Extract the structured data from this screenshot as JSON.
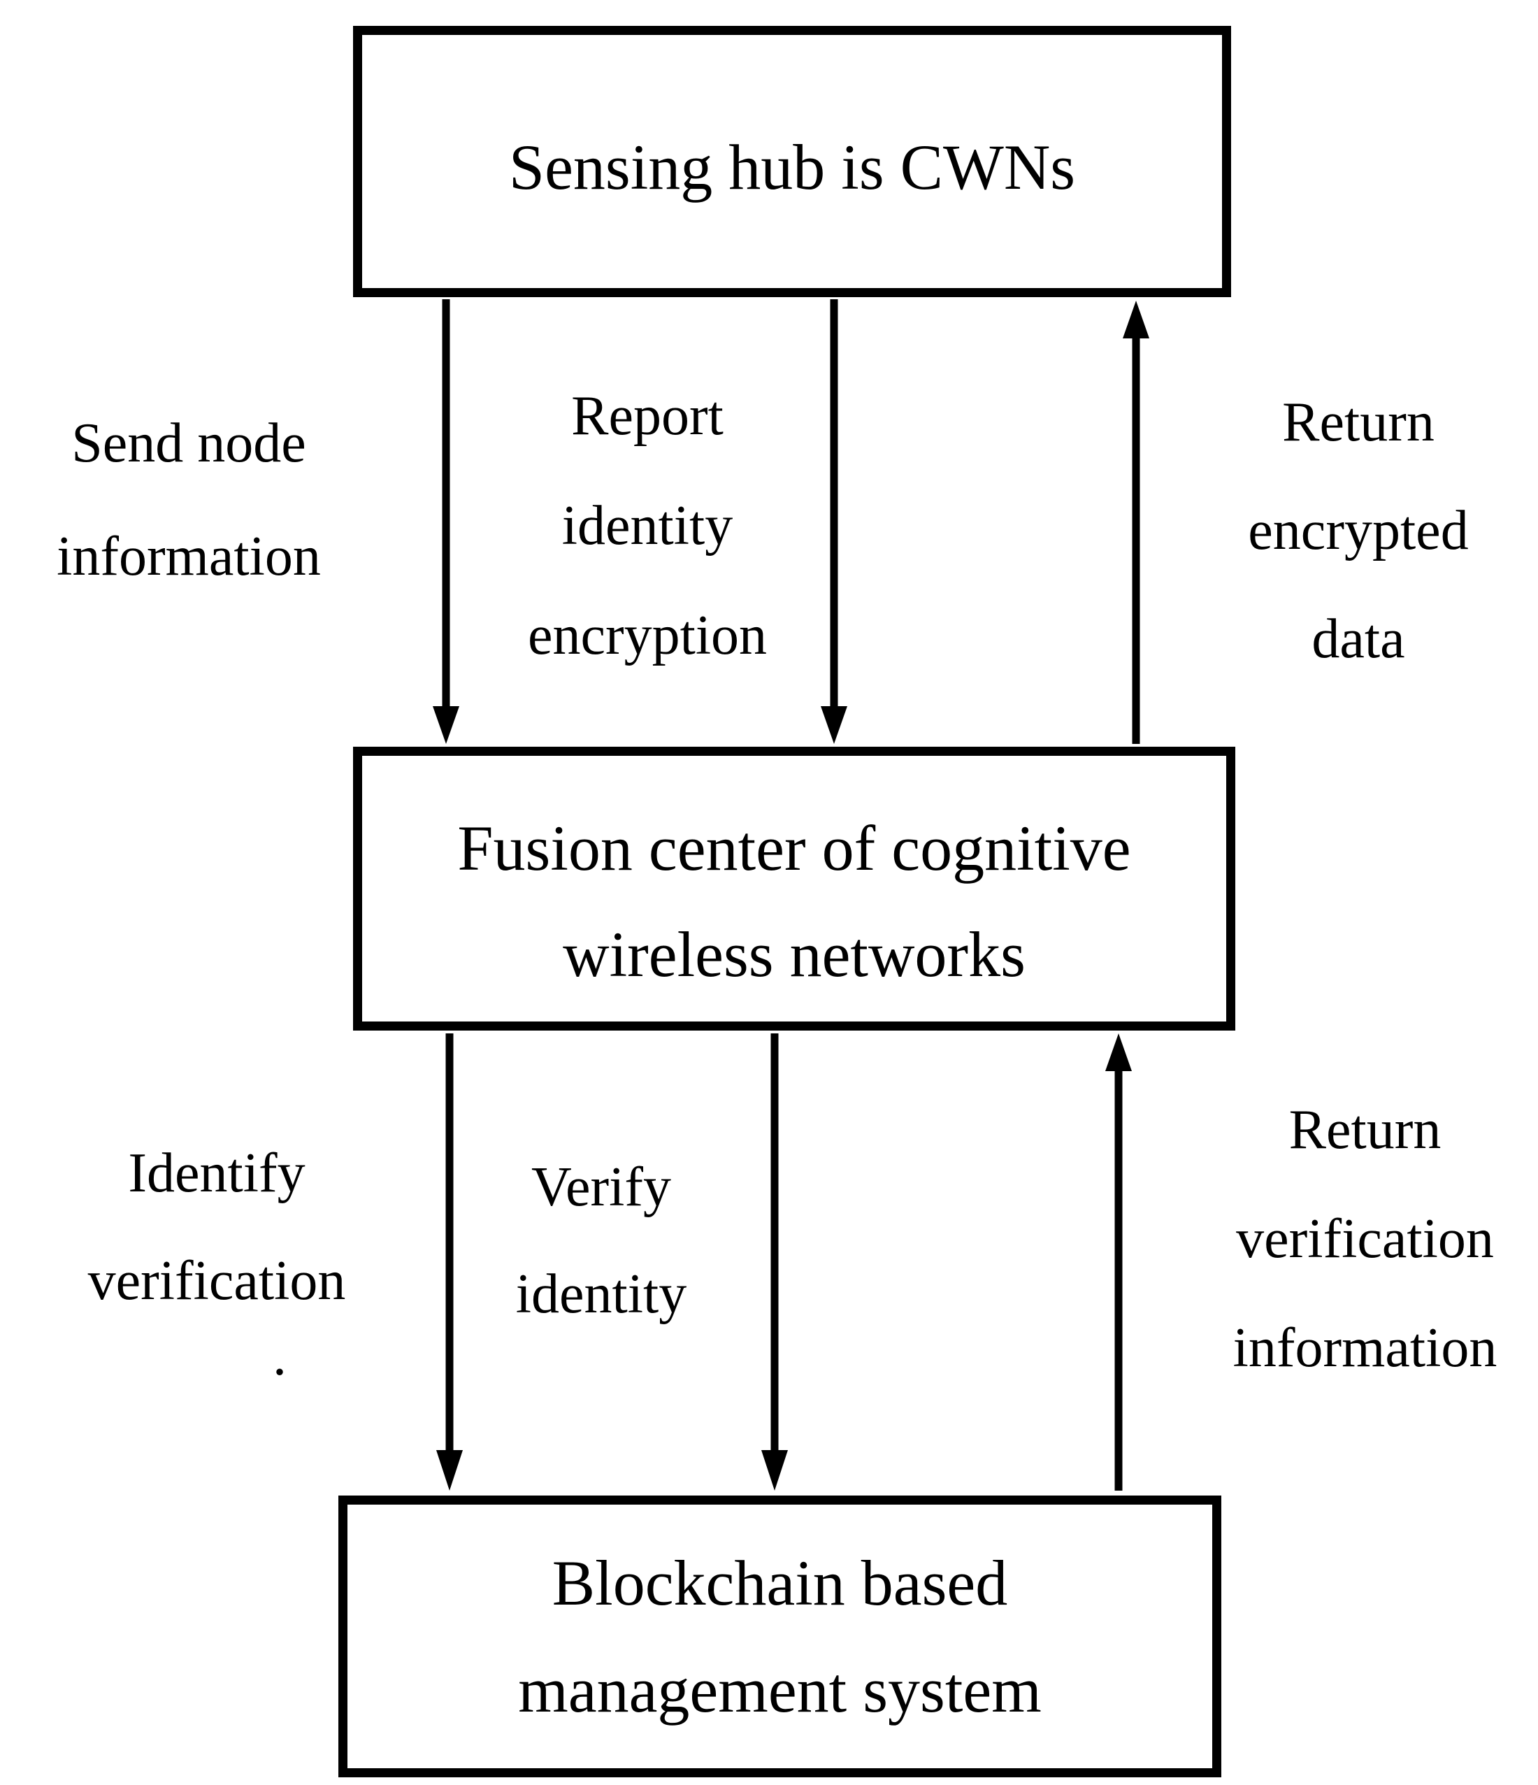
{
  "figure": {
    "background": "#ffffff",
    "line_color": "#000000",
    "text_color": "#000000"
  },
  "nodes": {
    "sensing_hub": {
      "label": "Sensing hub is CWNs"
    },
    "fusion_center": {
      "lines": [
        "Fusion center of cognitive",
        "wireless networks"
      ]
    },
    "blockchain_system": {
      "lines": [
        "Blockchain based",
        "management system"
      ]
    }
  },
  "edges": {
    "send_node_information": {
      "lines": [
        "Send node",
        "information"
      ],
      "direction": "down"
    },
    "report_identity_encryption": {
      "lines": [
        "Report",
        "identity",
        "encryption"
      ],
      "direction": "down"
    },
    "return_encrypted_data": {
      "lines": [
        "Return",
        "encrypted",
        "data"
      ],
      "direction": "up"
    },
    "identify_verification": {
      "lines": [
        "Identify",
        "verification"
      ],
      "direction": "down"
    },
    "verify_identity": {
      "lines": [
        "Verify",
        "identity"
      ],
      "direction": "down"
    },
    "return_verification_information": {
      "lines": [
        "Return",
        "verification",
        "information"
      ],
      "direction": "up"
    }
  },
  "stray_mark": ".",
  "icons": {
    "arrowhead_down": "▼",
    "arrowhead_up": "▲"
  }
}
